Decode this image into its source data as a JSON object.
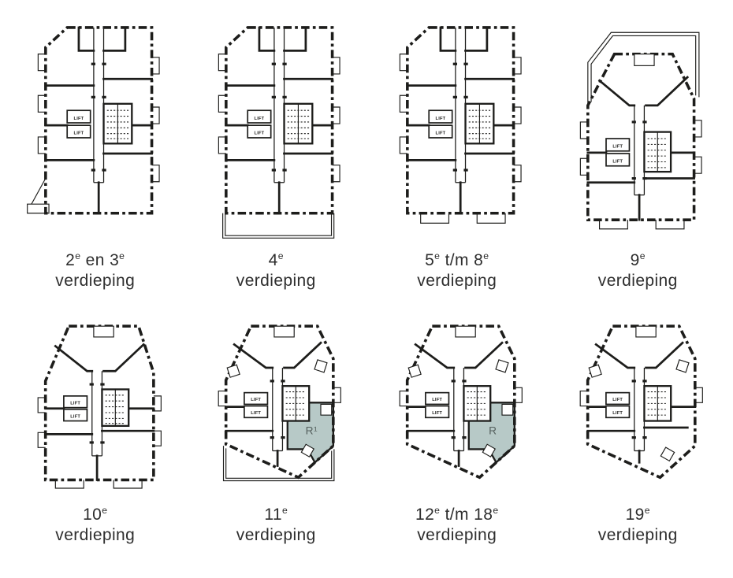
{
  "colors": {
    "line": "#1d1d1b",
    "highlight_fill": "#b7c9c7",
    "highlight_text": "#56615f",
    "caption_text": "#2e2e2e",
    "background": "#ffffff"
  },
  "lift_label": "LIFT",
  "plans": [
    {
      "line1": "2^e en 3^e",
      "line2": "verdieping"
    },
    {
      "line1": "4^e",
      "line2": "verdieping"
    },
    {
      "line1": "5^e t/m 8^e",
      "line2": "verdieping"
    },
    {
      "line1": "9^e",
      "line2": "verdieping"
    },
    {
      "line1": "10^e",
      "line2": "verdieping"
    },
    {
      "line1": "11^e",
      "line2": "verdieping",
      "highlight_label": "R¹"
    },
    {
      "line1": "12^e t/m 18^e",
      "line2": "verdieping",
      "highlight_label": "R"
    },
    {
      "line1": "19^e",
      "line2": "verdieping"
    }
  ]
}
